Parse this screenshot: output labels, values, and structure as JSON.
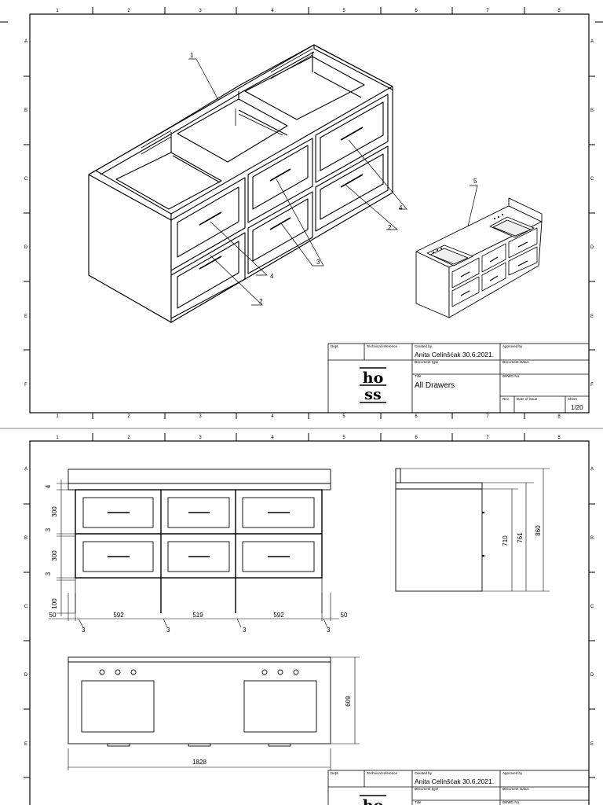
{
  "frame": {
    "columns": [
      "1",
      "2",
      "3",
      "4",
      "5",
      "6",
      "7",
      "8"
    ],
    "rows": [
      "A",
      "B",
      "C",
      "D",
      "E",
      "F"
    ]
  },
  "sheet1": {
    "callouts": [
      "1",
      "2",
      "3",
      "4",
      "5",
      "2",
      "3",
      "4"
    ],
    "title_block": {
      "dept_label": "Dept.",
      "tech_ref_label": "Technical reference",
      "created_by_label": "Created by",
      "created_by": "Anita Celinšćak 30.6.2021.",
      "approved_by_label": "Approved by",
      "doc_type_label": "Document type",
      "doc_status_label": "Document status",
      "title_label": "Title",
      "title": "All Drawers",
      "drwg_label": "DRWG No.",
      "rev_label": "Rev.",
      "date_label": "Date of issue",
      "sheet_label": "Sheet",
      "sheet": "1/20",
      "logo_top": "ho",
      "logo_bottom": "ss"
    }
  },
  "sheet2": {
    "dims": {
      "top_board": "4",
      "drawer_h1": "300",
      "gap1": "3",
      "drawer_h2": "300",
      "gap2": "3",
      "plinth": "100",
      "side_left": "50",
      "w1": "592",
      "w2": "519",
      "w3": "592",
      "side_right": "50",
      "gaps": [
        "3",
        "3",
        "3",
        "3"
      ],
      "side_h1": "710",
      "side_h2": "761",
      "side_h3": "860",
      "depth": "609",
      "total_w": "1828"
    },
    "title_block": {
      "dept_label": "Dept.",
      "tech_ref_label": "Technical reference",
      "created_by_label": "Created by",
      "created_by": "Anita Celinšćak 30.6.2021.",
      "approved_by_label": "Approved by",
      "doc_type_label": "Document type",
      "doc_status_label": "Document status",
      "title_label": "Title",
      "drwg_label": "DRWG No.",
      "logo_top": "ho"
    }
  }
}
